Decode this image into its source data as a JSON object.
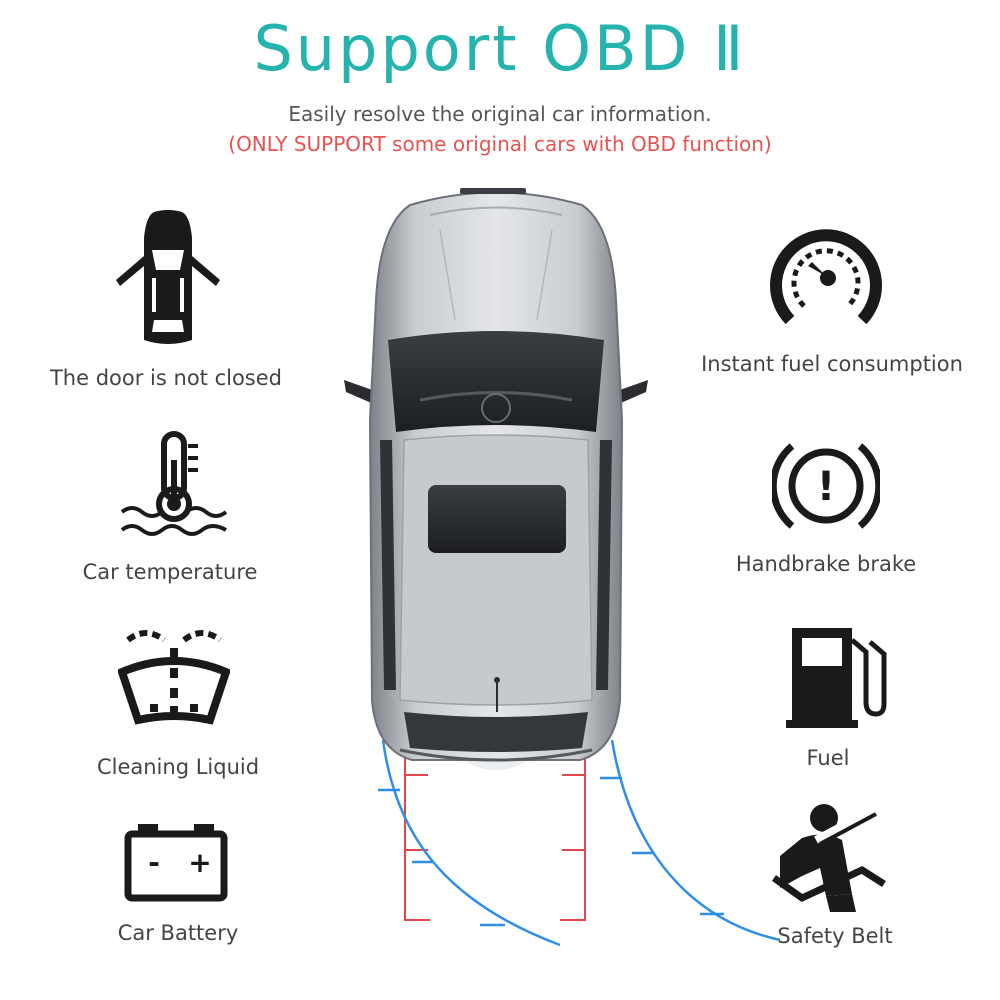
{
  "header": {
    "title": "Support OBD Ⅱ",
    "subtitle": "Easily resolve the original car information.",
    "note": "(ONLY SUPPORT some original cars with OBD function)"
  },
  "colors": {
    "title": "#25b3ad",
    "note": "#e9524f",
    "icon": "#1a1a1a",
    "guide_red": "#e0464a",
    "guide_blue": "#2f8fe8"
  },
  "features_left": [
    {
      "icon": "car-door-open-icon",
      "label": "The door is not closed"
    },
    {
      "icon": "thermometer-icon",
      "label": "Car temperature"
    },
    {
      "icon": "windshield-washer-icon",
      "label": "Cleaning Liquid"
    },
    {
      "icon": "battery-icon",
      "label": "Car Battery"
    }
  ],
  "features_right": [
    {
      "icon": "speedometer-icon",
      "label": "Instant fuel consumption"
    },
    {
      "icon": "handbrake-warning-icon",
      "label": "Handbrake brake"
    },
    {
      "icon": "fuel-pump-icon",
      "label": "Fuel"
    },
    {
      "icon": "seat-belt-icon",
      "label": "Safety Belt"
    }
  ],
  "battery_symbols": {
    "minus": "-",
    "plus": "+"
  },
  "handbrake_symbol": "!",
  "car_image": "silver-car-top-view"
}
